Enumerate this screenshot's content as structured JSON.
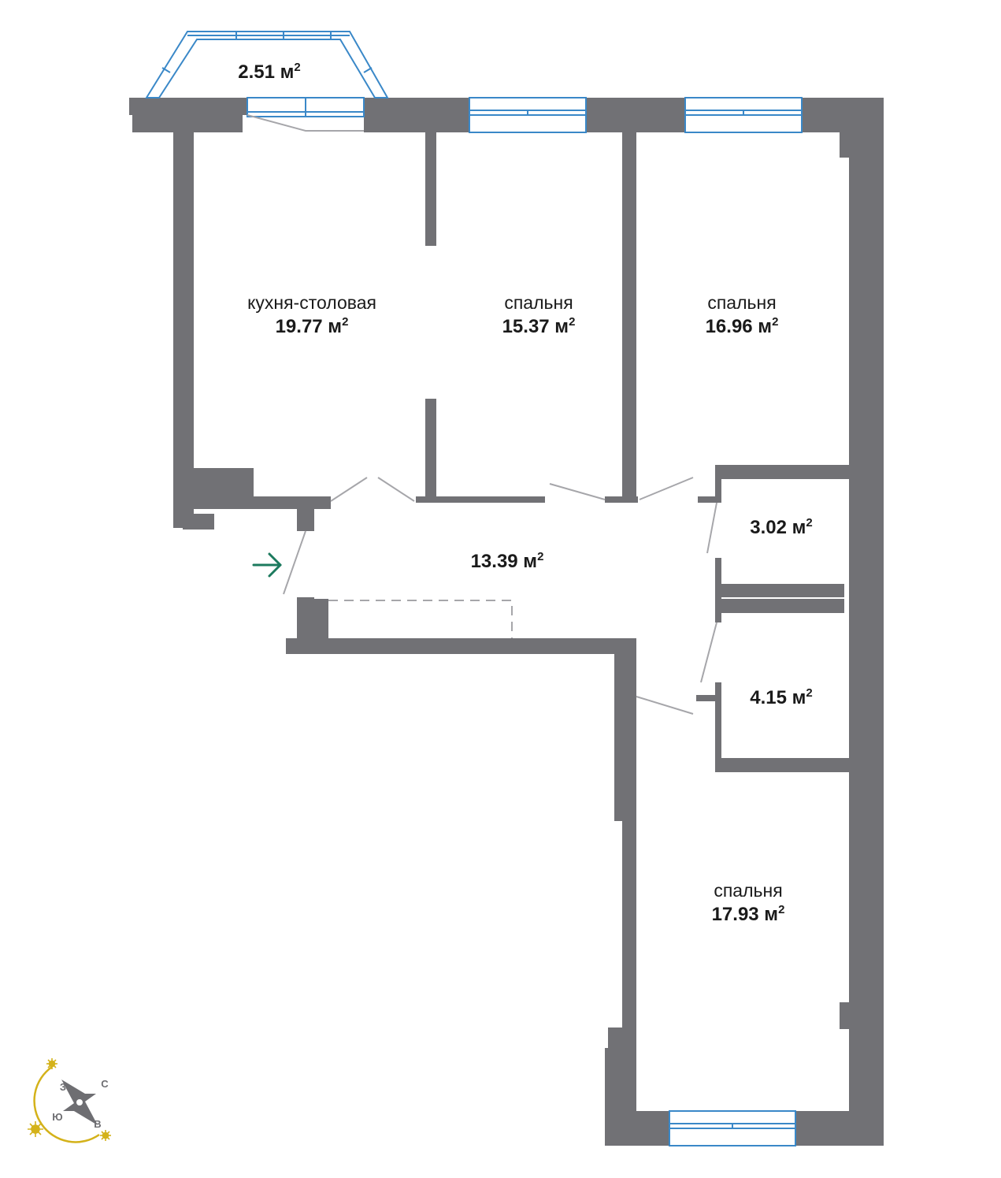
{
  "colors": {
    "wall": "#717175",
    "window": "#3a88c8",
    "door": "#a6a6aa",
    "entrance_arrow": "#1c7a5e",
    "compass_sun": "#d4b21a",
    "compass_letters": "#6e6e72"
  },
  "rooms": {
    "balcony": {
      "area": "2.51 м",
      "sup": "2"
    },
    "kitchen": {
      "name": "кухня-столовая",
      "area": "19.77 м",
      "sup": "2"
    },
    "bedroom_1": {
      "name": "спальня",
      "area": "15.37 м",
      "sup": "2"
    },
    "bedroom_2": {
      "name": "спальня",
      "area": "16.96 м",
      "sup": "2"
    },
    "hallway": {
      "area": "13.39 м",
      "sup": "2"
    },
    "bathroom": {
      "area": "3.02 м",
      "sup": "2"
    },
    "toilet": {
      "area": "4.15 м",
      "sup": "2"
    },
    "bedroom_3": {
      "name": "спальня",
      "area": "17.93 м",
      "sup": "2"
    }
  },
  "compass": {
    "north": "С",
    "east": "В",
    "south": "Ю",
    "west": "З",
    "icons": [
      "compass-rose-icon",
      "sun-icon"
    ]
  },
  "entrance": {
    "icon": "arrow-right-icon"
  }
}
